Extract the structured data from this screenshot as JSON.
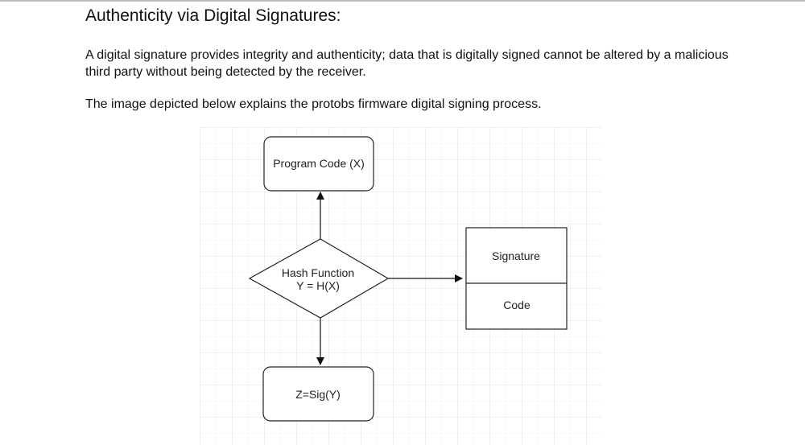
{
  "heading": "Authenticity via Digital Signatures:",
  "paragraphs": [
    "A digital signature provides integrity and authenticity; data that is digitally signed cannot be altered by a malicious third party without being detected by the receiver.",
    "The image depicted below explains the protobs firmware digital signing process."
  ],
  "diagram": {
    "program_code": "Program Code (X)",
    "hash_line1": "Hash Function",
    "hash_line2": "Y = H(X)",
    "signature": "Signature",
    "code": "Code",
    "sig": "Z=Sig(Y)"
  }
}
